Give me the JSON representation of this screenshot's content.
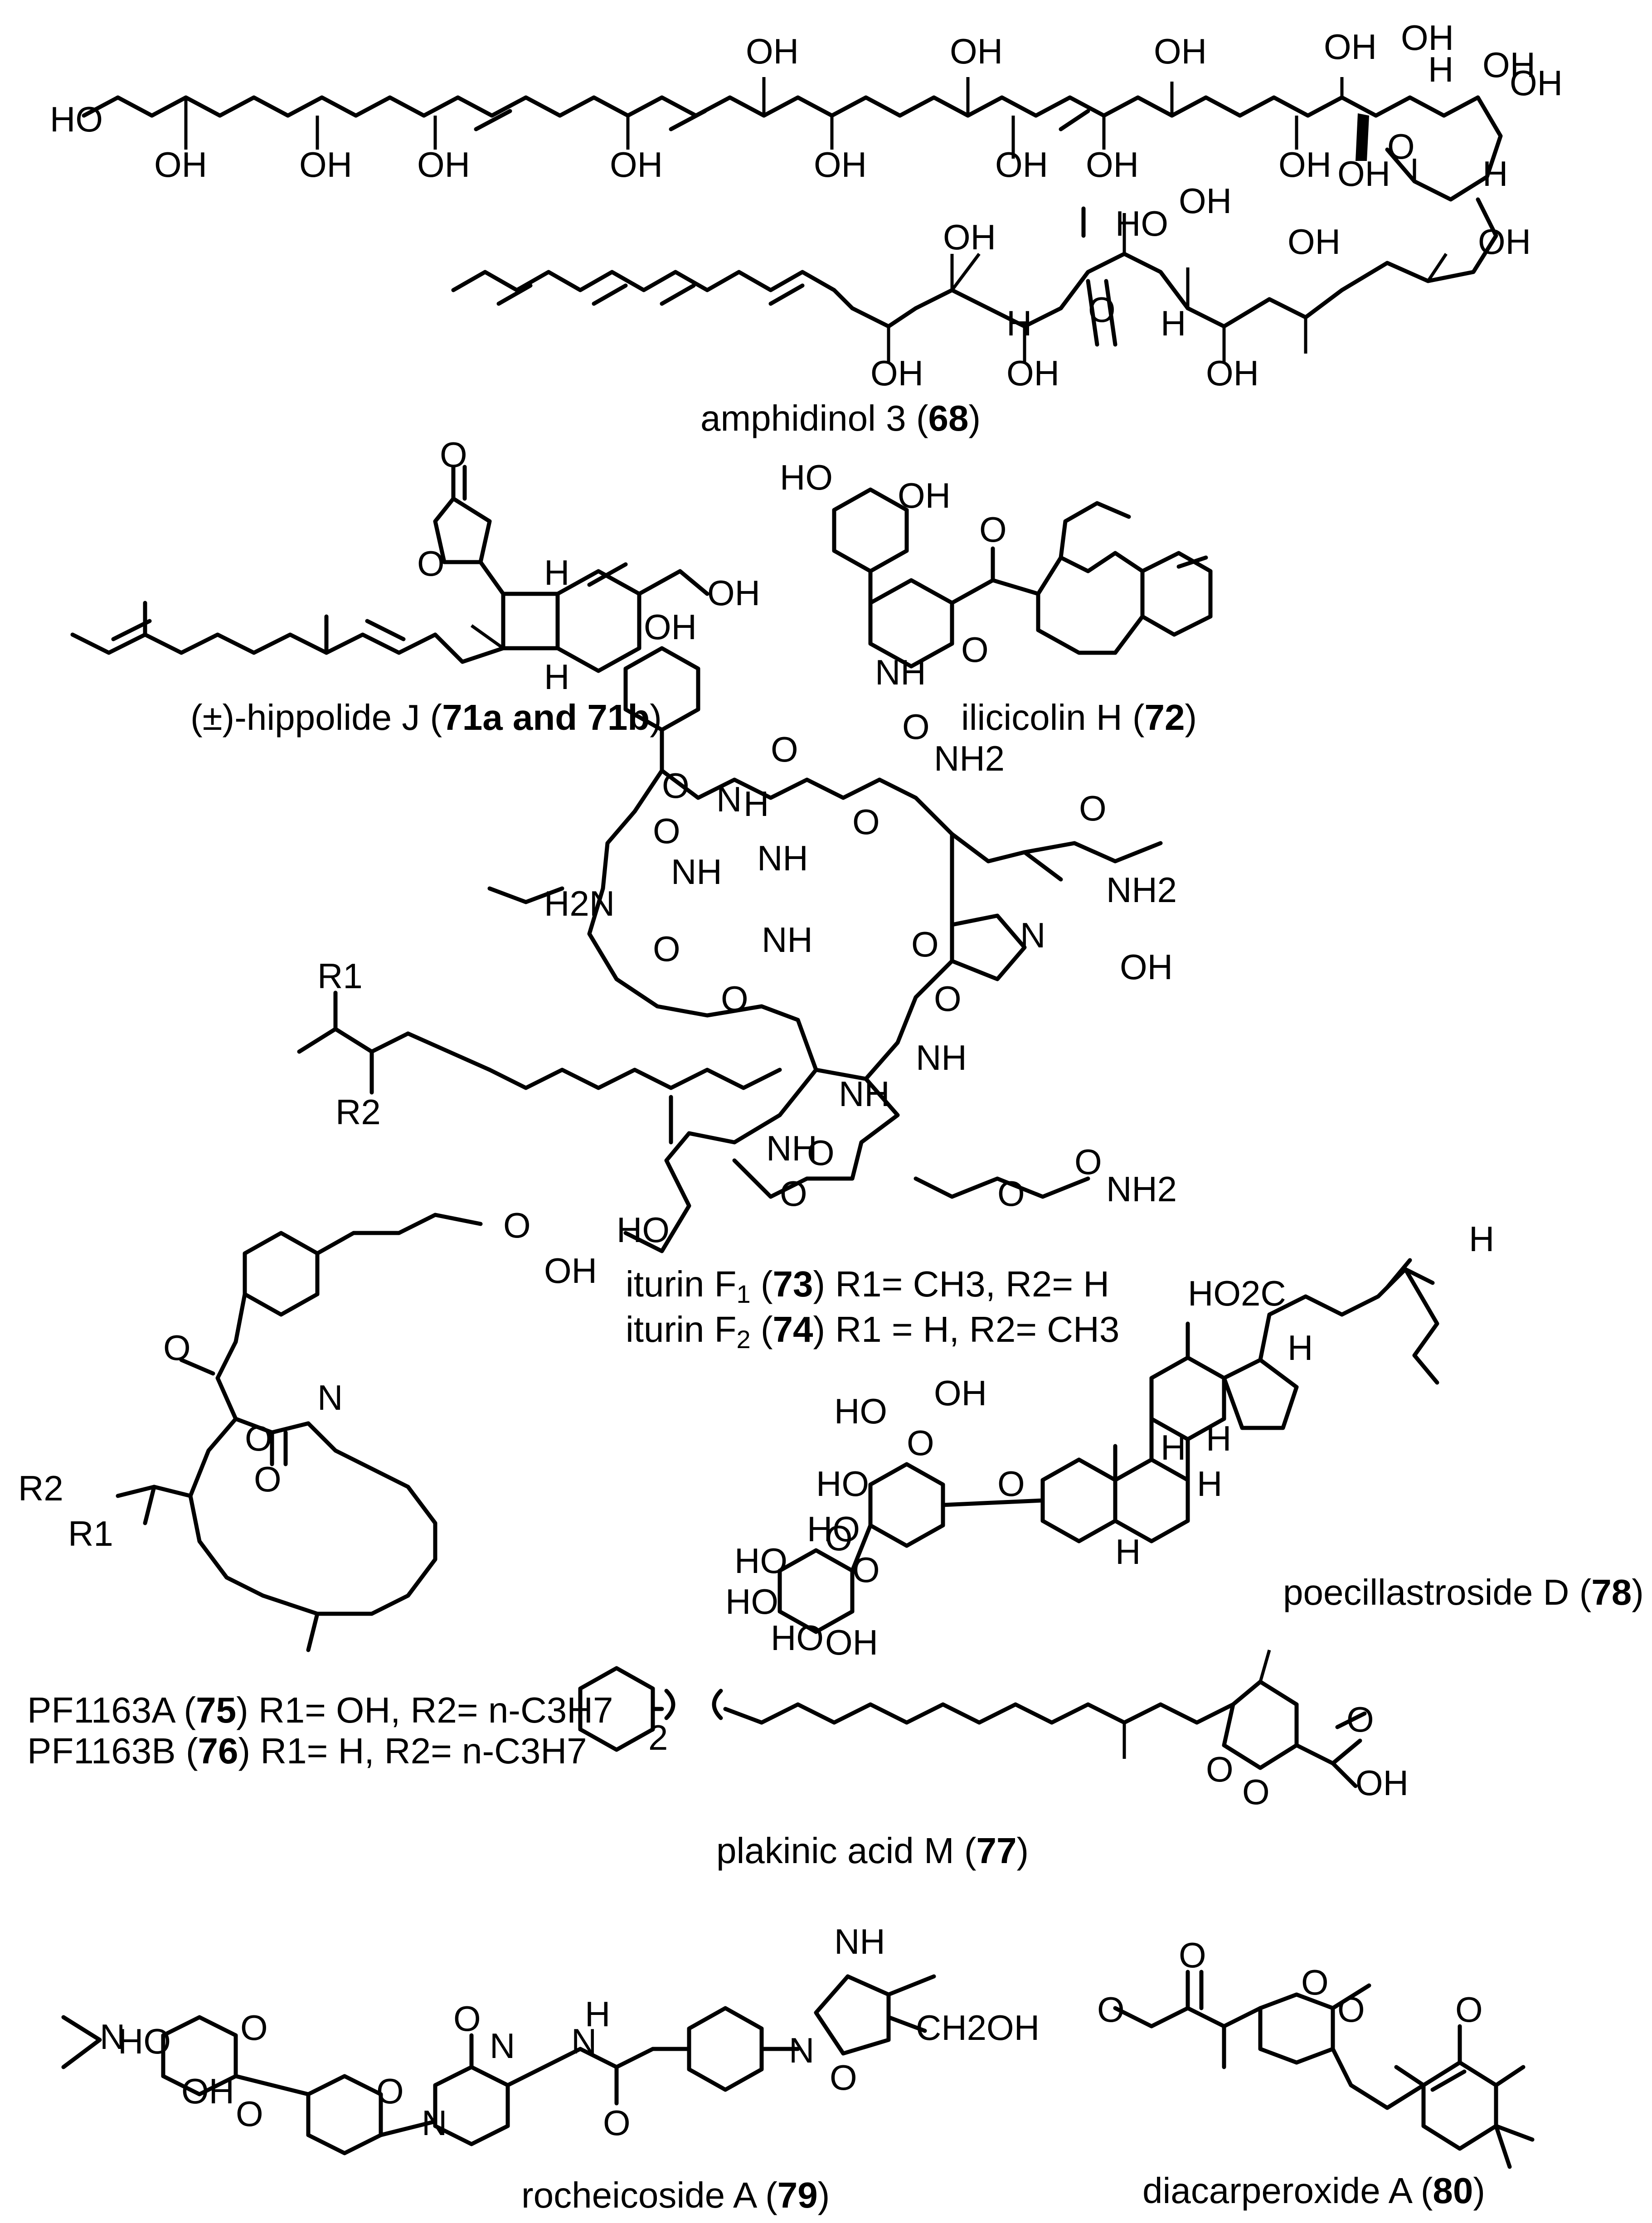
{
  "compounds": [
    {
      "id": "68",
      "name": "amphidinol 3",
      "number": "68"
    },
    {
      "id": "71",
      "name": "(±)-hippolide J",
      "number": "71a and 71b"
    },
    {
      "id": "72",
      "name": "ilicicolin H",
      "number": "72"
    },
    {
      "id": "73",
      "name": "iturin F",
      "sub": "1",
      "number": "73",
      "rest": "R1= CH3, R2= H"
    },
    {
      "id": "74",
      "name": "iturin F",
      "sub": "2",
      "number": "74",
      "rest": "R1 = H, R2= CH3"
    },
    {
      "id": "75",
      "name": "PF1163A",
      "number": "75",
      "rest": "R1= OH, R2= n-C3H7"
    },
    {
      "id": "76",
      "name": "PF1163B",
      "number": "76",
      "rest": "R1= H, R2= n-C3H7"
    },
    {
      "id": "77",
      "name": "plakinic acid M",
      "number": "77"
    },
    {
      "id": "78",
      "name": "poecillastroside D",
      "number": "78"
    },
    {
      "id": "79",
      "name": "rocheicoside A",
      "number": "79"
    },
    {
      "id": "80",
      "name": "diacarperoxide A",
      "number": "80"
    }
  ],
  "atom_labels": {
    "oh": "OH",
    "ho": "HO",
    "h": "H",
    "o": "O",
    "n": "N",
    "nh": "NH",
    "nh2": "NH2",
    "h2n": "H2N",
    "r1": "R1",
    "r2": "R2",
    "ho2c": "HO2C",
    "ch2oh": "CH2OH",
    "sub2": "2"
  }
}
